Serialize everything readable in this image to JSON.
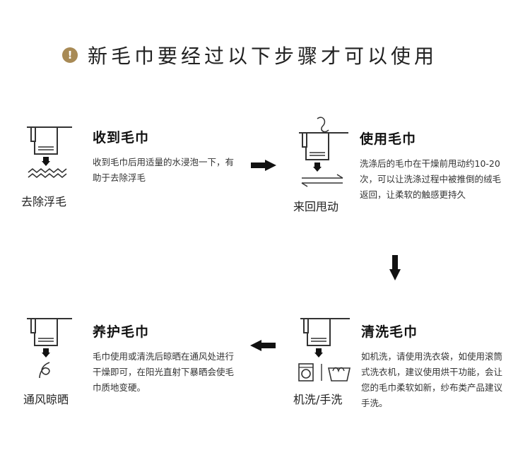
{
  "title": "新毛巾要经过以下步骤才可以使用",
  "title_icon": "!",
  "colors": {
    "accent": "#a88a55",
    "ink": "#333333"
  },
  "steps": {
    "receive": {
      "heading": "收到毛巾",
      "desc": "收到毛巾后用适量的水浸泡一下，有助于去除浮毛",
      "icon_label": "去除浮毛",
      "icon": "towel-soak-icon"
    },
    "use": {
      "heading": "使用毛巾",
      "desc": "洗涤后的毛巾在干燥前甩动约10-20次，可以让洗涤过程中被推倒的绒毛返回，让柔软的触感更持久",
      "icon_label": "来回甩动",
      "icon": "towel-shake-icon"
    },
    "wash": {
      "heading": "清洗毛巾",
      "desc": "如机洗，请使用洗衣袋，如使用滚筒式洗衣机，建议使用烘干功能，会让您的毛巾柔软如新，纱布类产品建议手洗。",
      "icon_label": "机洗/手洗",
      "icon": "towel-wash-icon"
    },
    "care": {
      "heading": "养护毛巾",
      "desc": "毛巾使用或清洗后晾晒在通风处进行干燥即可，在阳光直射下暴晒会使毛巾质地变硬。",
      "icon_label": "通风晾晒",
      "icon": "towel-air-dry-icon"
    }
  }
}
